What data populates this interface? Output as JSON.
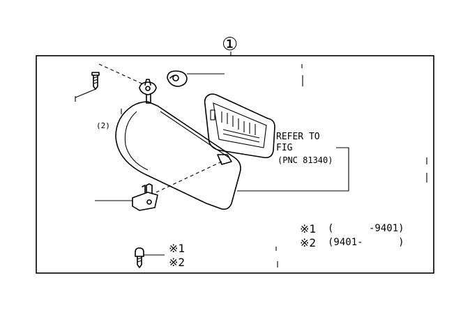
{
  "diagram": {
    "main_callout": "①",
    "side_label": "(2)",
    "refer": {
      "line1": "REFER TO",
      "line2": "FIG",
      "line3": "(PNC 81340)"
    },
    "legend": {
      "row1": {
        "mark": "※1",
        "range": "(      -9401)"
      },
      "row2": {
        "mark": "※2",
        "range": "(9401-      )"
      }
    },
    "screw_marks": {
      "m1": "※1",
      "m2": "※2"
    }
  }
}
